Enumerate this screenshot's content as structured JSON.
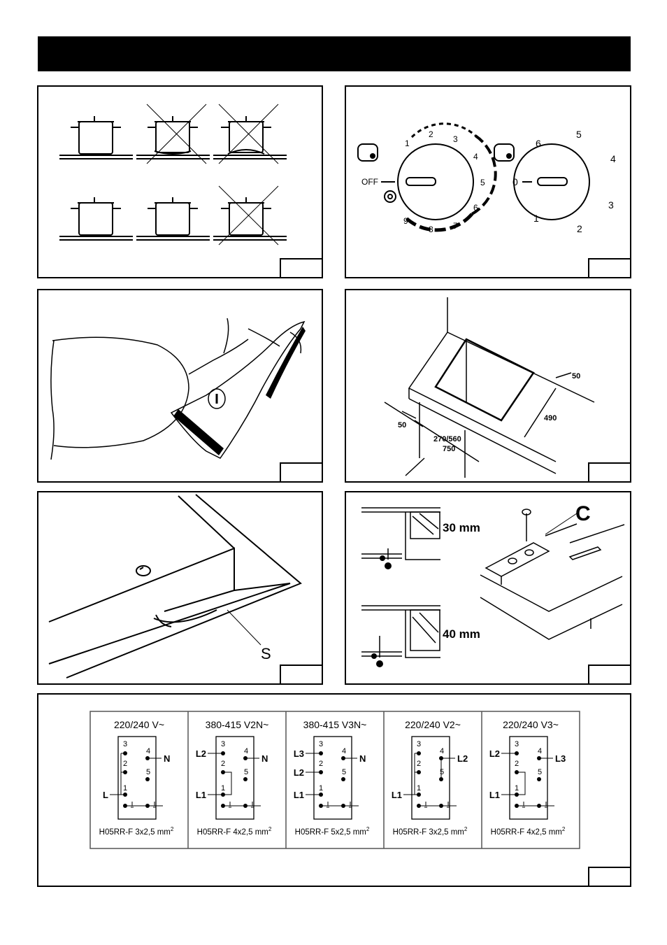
{
  "dials": {
    "off_label": "OFF",
    "left_scale": [
      "1",
      "2",
      "3",
      "4",
      "5",
      "6",
      "7",
      "8",
      "9"
    ],
    "right_scale": [
      "0",
      "1",
      "2",
      "3",
      "4",
      "5",
      "6"
    ]
  },
  "cutout": {
    "dim_50_right": "50",
    "dim_490": "490",
    "dim_50_left": "50",
    "dim_270_560": "270/560",
    "dim_750": "750"
  },
  "seal": {
    "label_s": "S"
  },
  "clamp": {
    "label_c": "C",
    "thickness_30": "30 mm",
    "thickness_40": "40 mm"
  },
  "wiring": {
    "columns": [
      {
        "voltage": "220/240  V~",
        "cable": "H05RR-F  3x2,5 mm",
        "left_1": "L",
        "left_2": "",
        "left_3": "",
        "right_4": "N"
      },
      {
        "voltage": "380-415  V2N~",
        "cable": "H05RR-F  4x2,5 mm",
        "left_1": "L1",
        "left_2": "",
        "left_3": "L2",
        "right_4": "N"
      },
      {
        "voltage": "380-415  V3N~",
        "cable": "H05RR-F  5x2,5 mm",
        "left_1": "L1",
        "left_2": "L2",
        "left_3": "L3",
        "right_4": "N"
      },
      {
        "voltage": "220/240  V2~",
        "cable": "H05RR-F  3x2,5 mm",
        "left_1": "L1",
        "left_2": "",
        "left_3": "",
        "right_4": "L2"
      },
      {
        "voltage": "220/240  V3~",
        "cable": "H05RR-F  4x2,5 mm",
        "left_1": "L1",
        "left_2": "",
        "left_3": "L2",
        "right_4": "L3"
      }
    ],
    "terminals": [
      "1",
      "2",
      "3",
      "4",
      "5"
    ],
    "superscript": "2"
  }
}
